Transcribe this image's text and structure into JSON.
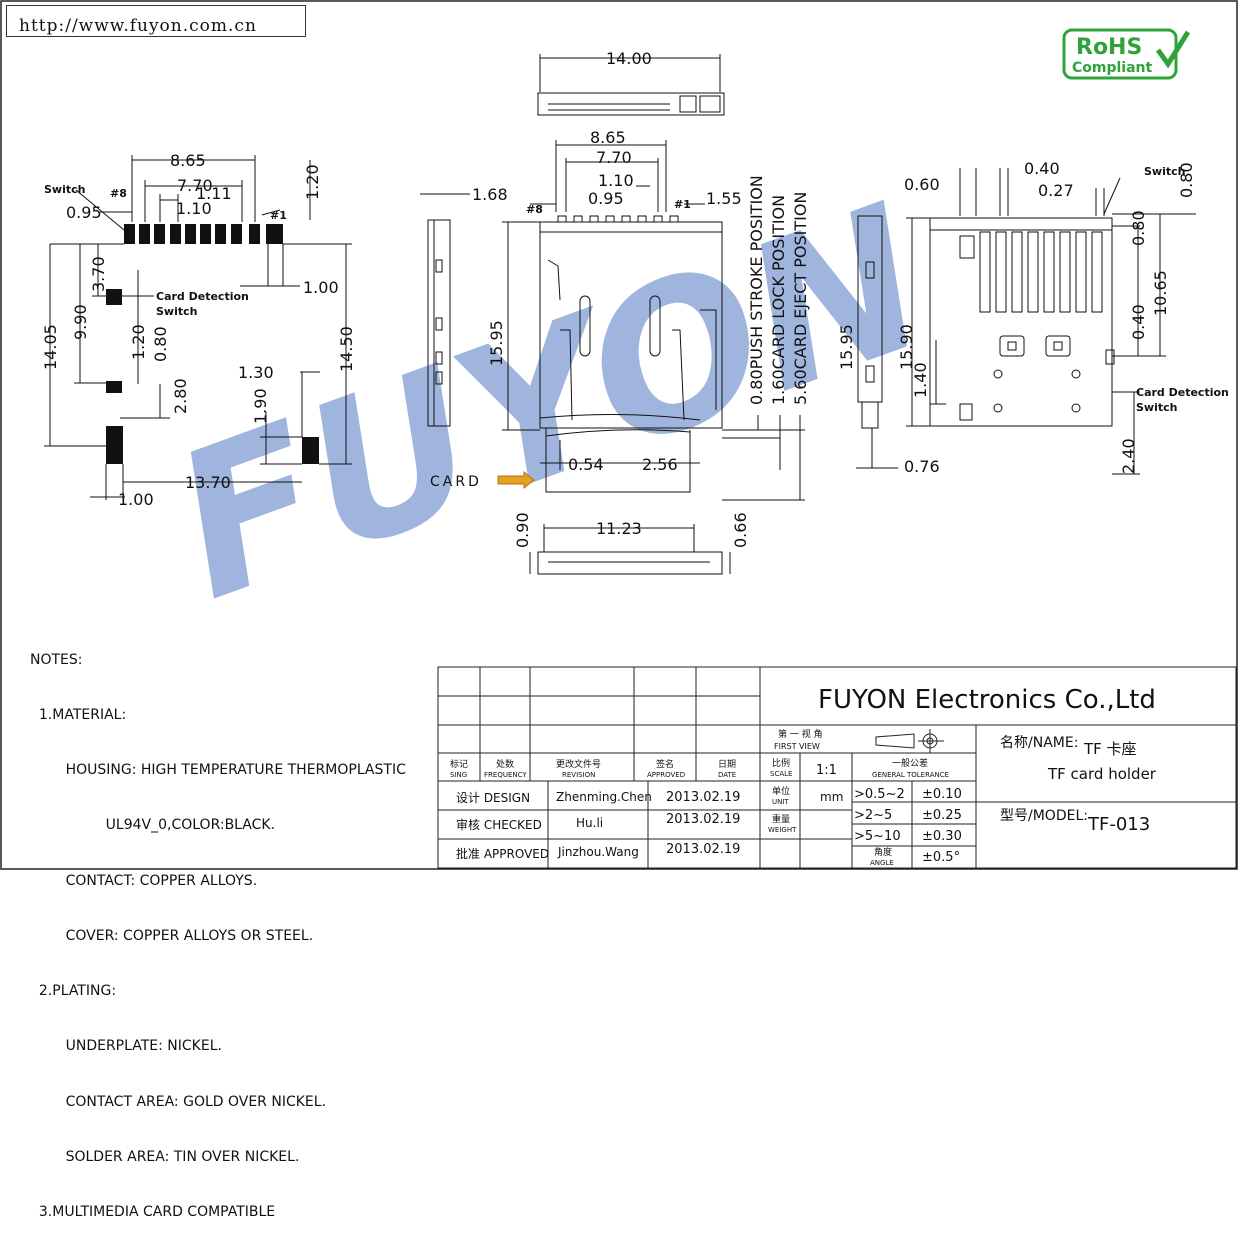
{
  "website": "http://www.fuyon.com.cn",
  "rohs": {
    "line1": "RoHS",
    "line2": "Compliant",
    "color": "#2fa33a"
  },
  "watermark": {
    "text": "FUYON",
    "color": "#8fa9d8"
  },
  "left_view": {
    "switch_label": "Switch",
    "pin8": "#8",
    "pin1": "#1",
    "card_detection": "Card Detection",
    "switch2": "Switch",
    "dims": [
      "8.65",
      "7.70",
      "1.11",
      "1.10",
      "0.95",
      "1.20",
      "1.00",
      "3.70",
      "9.90",
      "14.05",
      "14.50",
      "1.20",
      "0.80",
      "2.80",
      "1.30",
      "1.90",
      "13.70",
      "1.00"
    ]
  },
  "center_view": {
    "top_dim": "14.00",
    "dims": [
      "8.65",
      "7.70",
      "1.10",
      "0.95",
      "1.55",
      "1.68",
      "15.95",
      "0.54",
      "2.56",
      "11.23",
      "0.90",
      "0.66"
    ],
    "pin8": "#8",
    "pin1": "#1",
    "pos1": "0.80PUSH STROKE POSITION",
    "pos2": "1.60CARD LOCK POSITION",
    "pos3": "5.60CARD EJECT POSITION",
    "card_label": "CARD",
    "side_dim": "15.95",
    "side_bottom": "0.76"
  },
  "right_view": {
    "dims": [
      "0.40",
      "0.60",
      "0.27",
      "0.80",
      "0.80",
      "10.65",
      "0.40",
      "15.90",
      "1.40",
      "2.40"
    ],
    "switch_label": "Switch",
    "card_detection": "Card Detection",
    "switch2": "Switch"
  },
  "notes": {
    "title": "NOTES:",
    "lines": [
      "  1.MATERIAL:",
      "        HOUSING: HIGH TEMPERATURE THERMOPLASTIC",
      "                 UL94V_0,COLOR:BLACK.",
      "        CONTACT: COPPER ALLOYS.",
      "        COVER: COPPER ALLOYS OR STEEL.",
      "  2.PLATING:",
      "        UNDERPLATE: NICKEL.",
      "        CONTACT AREA: GOLD OVER NICKEL.",
      "        SOLDER AREA: TIN OVER NICKEL.",
      "  3.MULTIMEDIA CARD COMPATIBLE"
    ]
  },
  "title_block": {
    "company": "FUYON Electronics Co.,Ltd",
    "headers": [
      {
        "cn": "标记",
        "en": "SING"
      },
      {
        "cn": "处数",
        "en": "FREQUENCY"
      },
      {
        "cn": "更改文件号",
        "en": "REVISION"
      },
      {
        "cn": "签名",
        "en": "APPROVED"
      },
      {
        "cn": "日期",
        "en": "DATE"
      }
    ],
    "first_view_cn": "第 一 视 角",
    "first_view_en": "FIRST VIEW",
    "scale_cn": "比例",
    "scale_en": "SCALE",
    "scale": "1:1",
    "unit_cn": "单位",
    "unit_en": "UNIT",
    "unit": "mm",
    "weight_cn": "重量",
    "weight_en": "WEIGHT",
    "tol_cn": "一般公差",
    "tol_en": "GENERAL TOLERANCE",
    "tolerances": [
      {
        "range": ">0.5~2",
        "value": "±0.10"
      },
      {
        "range": ">2~5",
        "value": "±0.25"
      },
      {
        "range": ">5~10",
        "value": "±0.30"
      },
      {
        "range_cn": "角度",
        "range_en": "ANGLE",
        "value": "±0.5°"
      }
    ],
    "rows": [
      {
        "label": "设计 DESIGN",
        "name": "Zhenming.Chen",
        "date": "2013.02.19"
      },
      {
        "label": "审核 CHECKED",
        "name": "Hu.li",
        "date": "2013.02.19"
      },
      {
        "label": "批准 APPROVED",
        "name": "Jinzhou.Wang",
        "date": "2013.02.19"
      }
    ],
    "name_label": "名称/NAME:",
    "name_cn": "TF 卡座",
    "name_en": "TF card holder",
    "model_label": "型号/MODEL:",
    "model": "TF-013"
  }
}
